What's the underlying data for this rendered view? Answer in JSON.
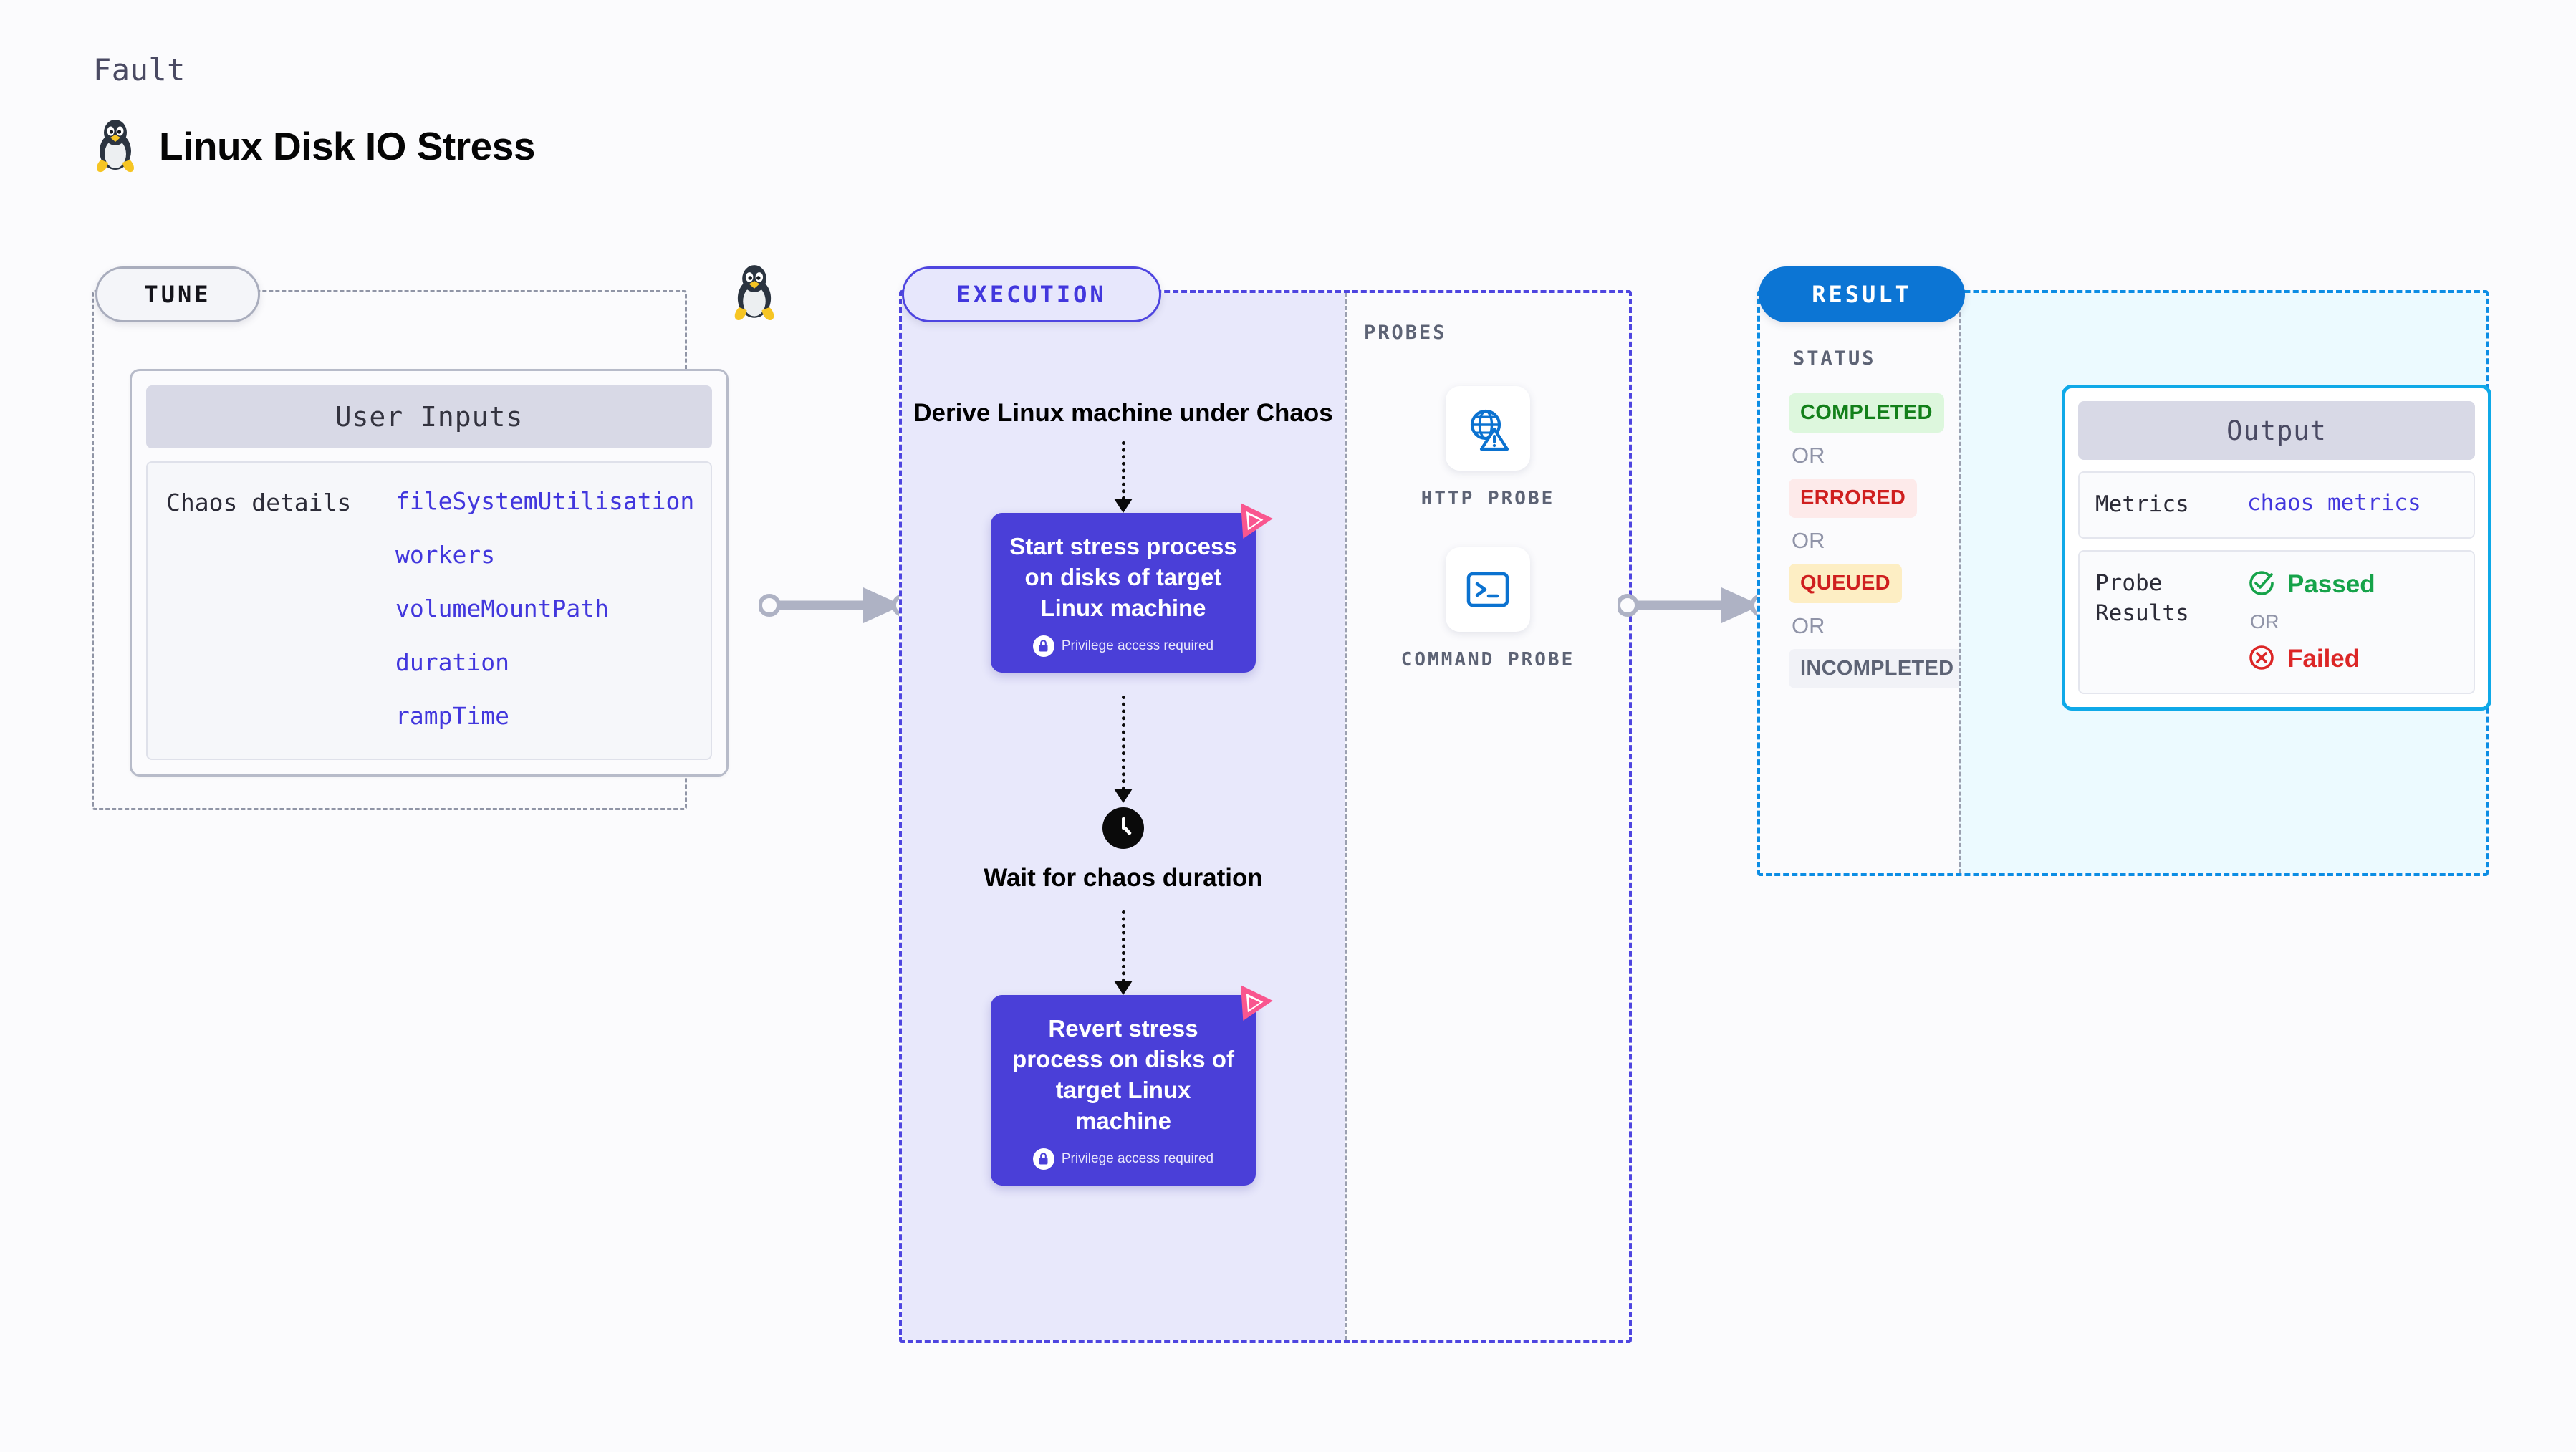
{
  "header": {
    "eyebrow": "Fault",
    "title": "Linux Disk IO Stress",
    "icon": "tux-penguin-icon"
  },
  "tune": {
    "badge": "TUNE",
    "card_title": "User Inputs",
    "row_label": "Chaos details",
    "params": [
      "fileSystemUtilisation",
      "workers",
      "volumeMountPath",
      "duration",
      "rampTime"
    ]
  },
  "execution": {
    "badge": "EXECUTION",
    "steps": {
      "derive": "Derive Linux machine under Chaos",
      "start": "Start stress process on disks of target Linux machine",
      "wait": "Wait for chaos duration",
      "revert": "Revert stress process on disks of target Linux machine"
    },
    "privilege_note": "Privilege access required"
  },
  "probes": {
    "title": "PROBES",
    "items": [
      {
        "label": "HTTP PROBE",
        "icon": "globe-warning-icon"
      },
      {
        "label": "COMMAND PROBE",
        "icon": "terminal-icon"
      }
    ]
  },
  "result": {
    "badge": "RESULT",
    "status_title": "STATUS",
    "or_label": "OR",
    "statuses": [
      {
        "label": "COMPLETED",
        "bg": "#ddf7dd",
        "fg": "#13801a"
      },
      {
        "label": "ERRORED",
        "bg": "#fdeaea",
        "fg": "#cf1f1f"
      },
      {
        "label": "QUEUED",
        "bg": "#fdeec4",
        "fg": "#cf1f1f"
      },
      {
        "label": "INCOMPLETED",
        "bg": "#f1f2f7",
        "fg": "#5d6375"
      }
    ],
    "output": {
      "title": "Output",
      "metrics_key": "Metrics",
      "metrics_value": "chaos metrics",
      "probe_key": "Probe Results",
      "passed": "Passed",
      "failed": "Failed",
      "or_label": "OR"
    }
  },
  "colors": {
    "indigo": "#4237dd",
    "purple_card": "#4a3fd8",
    "result_blue": "#0c75d4",
    "cyan_border": "#0fa9e8",
    "pink_ribbon": "#f9568f",
    "green": "#16a34a",
    "red": "#dc2626"
  }
}
